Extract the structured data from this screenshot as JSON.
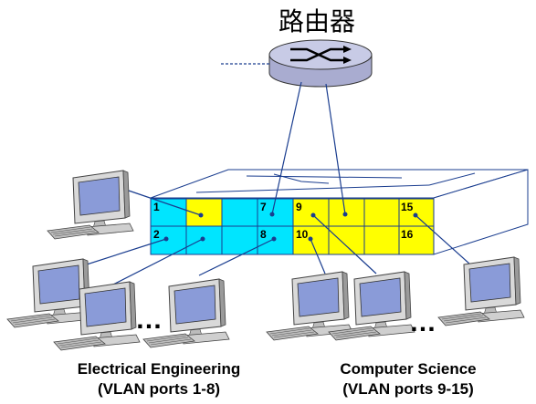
{
  "router": {
    "label": "路由器"
  },
  "ports": {
    "p1": "1",
    "p2": "2",
    "p7": "7",
    "p8": "8",
    "p9": "9",
    "p10": "10",
    "p15": "15",
    "p16": "16"
  },
  "groups": {
    "ee": {
      "line1": "Electrical Engineering",
      "line2": "(VLAN ports 1-8)"
    },
    "cs": {
      "line1": "Computer Science",
      "line2": "(VLAN ports 9-15)"
    }
  },
  "ellipsis": {
    "left": "…",
    "right": "…"
  },
  "colors": {
    "ee_port": "#00e5ff",
    "cs_port": "#ffff00",
    "link": "#1a3d8f",
    "router_body": "#c8cbe6",
    "computer_screen": "#8a9bd8"
  },
  "icons": [
    "router-icon",
    "switch-icon",
    "computer-icon"
  ]
}
